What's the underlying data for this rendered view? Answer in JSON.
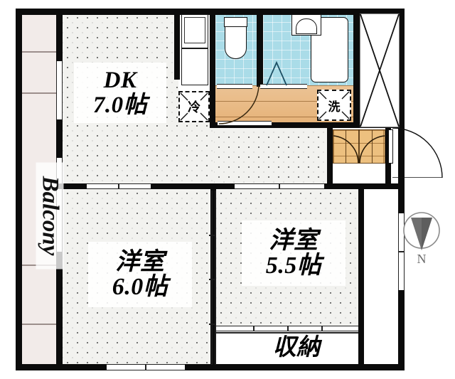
{
  "plan": {
    "type": "apartment-floor-plan",
    "layout_code": "2DK",
    "rooms": [
      {
        "id": "dk",
        "label_main": "DK",
        "label_size": "7.0帖",
        "area_jo": 7.0,
        "name_en": "Dining Kitchen"
      },
      {
        "id": "washitsu_6",
        "label_main": "洋室",
        "label_size": "6.0帖",
        "area_jo": 6.0,
        "name_en": "Western-style Room"
      },
      {
        "id": "washitsu_55",
        "label_main": "洋室",
        "label_size": "5.5帖",
        "area_jo": 5.5,
        "name_en": "Western-style Room"
      }
    ],
    "storage_label": "収納",
    "balcony_label": "Balcony",
    "fridge_label": "冷",
    "washer_label": "洗",
    "compass_label": "N"
  },
  "colors": {
    "wall": "#0b0b0b",
    "floor_dot": "#f2f2ef",
    "bath_tile": "#aadce8",
    "wood": "#e6b277",
    "wood_light": "#edc07f",
    "balcony": "#f2ebe9",
    "compass_needle": "#6f6f6f",
    "paper": "#ffffff"
  },
  "fixtures": [
    {
      "name": "kitchen-sink",
      "room": "dk"
    },
    {
      "name": "kitchen-stove",
      "room": "dk"
    },
    {
      "name": "refrigerator-space",
      "room": "dk",
      "label": "冷"
    },
    {
      "name": "toilet",
      "room": "toilet-room"
    },
    {
      "name": "bathtub",
      "room": "bathroom"
    },
    {
      "name": "wash-basin",
      "room": "bathroom"
    },
    {
      "name": "washer-space",
      "room": "washroom",
      "label": "洗"
    },
    {
      "name": "shoe-cabinet",
      "room": "entrance"
    },
    {
      "name": "entrance-door",
      "room": "entrance"
    },
    {
      "name": "closet",
      "room": "entrance-hall"
    },
    {
      "name": "storage-closet",
      "room": "washitsu_55",
      "label": "収納"
    }
  ]
}
